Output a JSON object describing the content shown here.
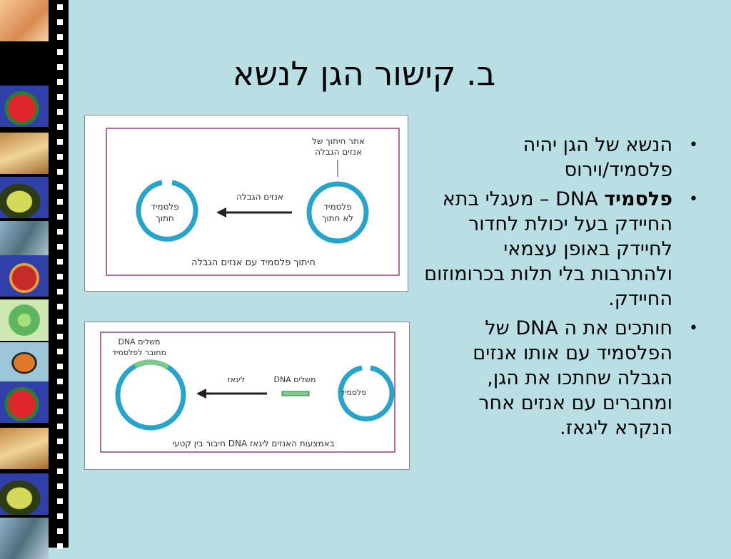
{
  "slide": {
    "title": "ב.  קישור הגן לנשא"
  },
  "figure_top": {
    "cut_site_label_line1": "אתר חיתוך של",
    "cut_site_label_line2": "אנזים הגבלה",
    "left_ring_line1": "פלסמיד",
    "left_ring_line2": "חתוך",
    "right_ring_line1": "פלסמיד",
    "right_ring_line2": "לא חתוך",
    "arrow_label": "אנזים הגבלה",
    "caption": "חיתוך פלסמיד עם אנזים הגבלה"
  },
  "figure_bottom": {
    "left_label_line1": "DNA משלים",
    "left_label_line2": "מחובר לפלסמיד",
    "arrow_label": "ליגאז",
    "fragment_label": "DNA משלים",
    "right_ring_label": "פלסמיד",
    "caption": "חיבור בין קטעי DNA באמצעות האנזים ליגאז"
  },
  "bullets": {
    "b1": "הנשא של הגן יהיה פלסמיד/וירוס",
    "b2_bold": "פלסמיד",
    "b2_rest": " DNA – מעגלי בתא החיידק בעל יכולת לחדור לחיידק באופן עצמאי ולהתרבות בלי תלות בכרומוזום החיידק.",
    "b3": " חותכים את ה DNA  של הפלסמיד עם אותו אנזים הגבלה שחתכו את הגן, ומחברים עם אנזים אחר הנקרא ליגאז."
  },
  "colors": {
    "background": "#b9dfe4",
    "ring": "#2aa3c9",
    "fragment": "#7cc98a",
    "frame": "#9c3b7e"
  },
  "film_icons": [
    "dna-icon",
    "strawberry-icon",
    "wheat-icon",
    "avocado-icon",
    "leaf-icon",
    "apple-icon",
    "cell-icon",
    "butterfly-icon",
    "strawberry-icon",
    "wheat-icon",
    "avocado-icon",
    "leaf-icon"
  ]
}
